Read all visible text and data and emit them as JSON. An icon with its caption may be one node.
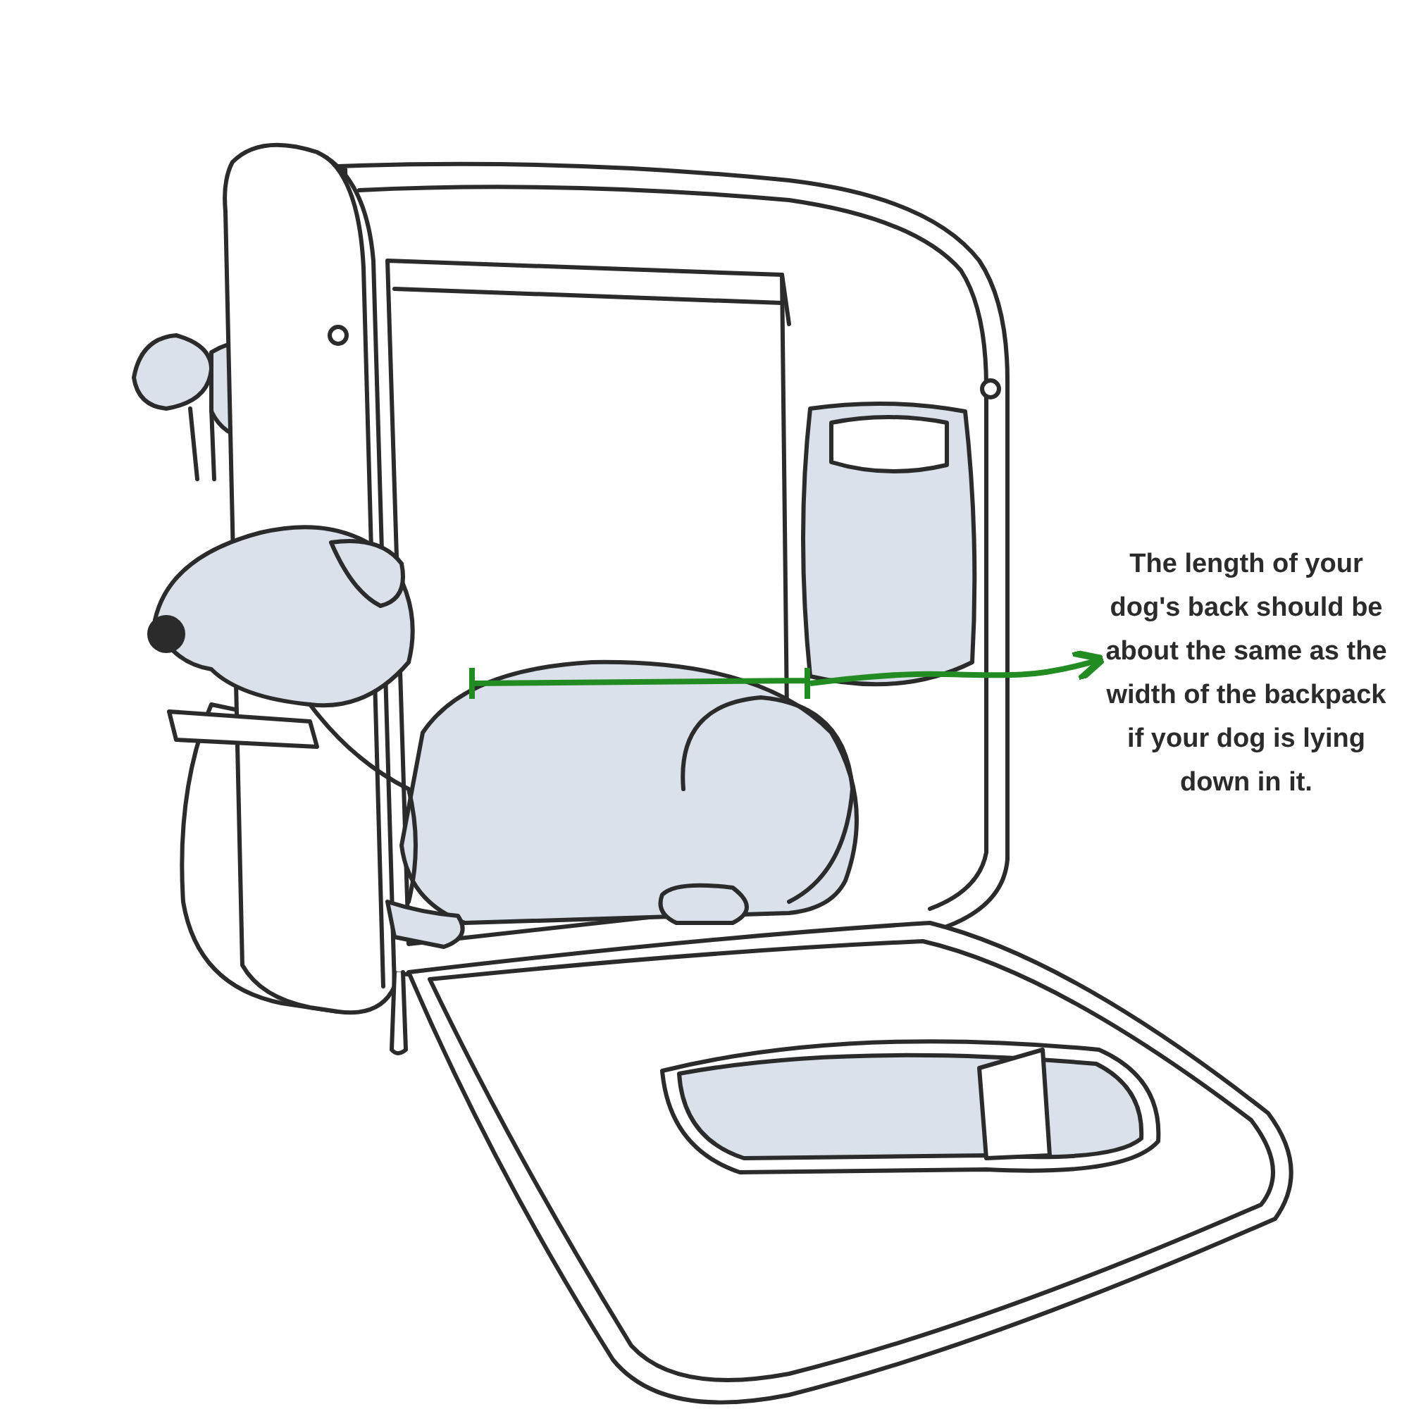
{
  "diagram": {
    "nodes": [
      {
        "text": [
          "The length of your dog's back should be about the same as the width of the backpack if your dog is lying down in it."
        ]
      },
      {
        "text": [],
        "shape": "bar"
      }
    ],
    "edges": [
      {
        "from": 1,
        "to": 0,
        "arrow": "to"
      }
    ]
  }
}
